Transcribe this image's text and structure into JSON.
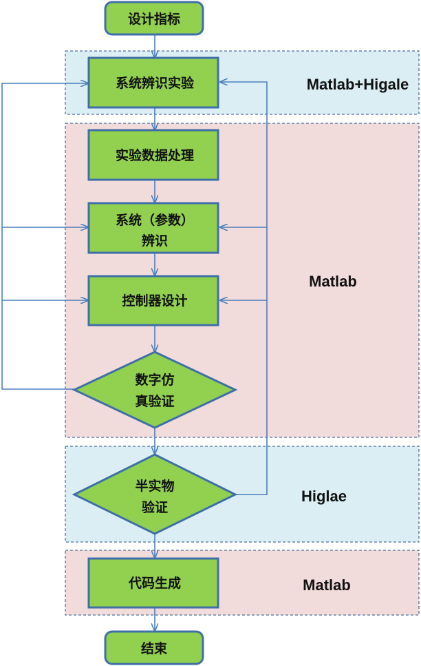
{
  "regions": [
    {
      "id": "region-1",
      "label": "Matlab+Higale",
      "fill": "#dbeef4"
    },
    {
      "id": "region-2",
      "label": "Matlab",
      "fill": "#f2dcdb"
    },
    {
      "id": "region-3",
      "label": "Higlae",
      "fill": "#dbeef4"
    },
    {
      "id": "region-4",
      "label": "Matlab",
      "fill": "#f2dcdb"
    }
  ],
  "nodes": {
    "start": {
      "lines": [
        "设计指标"
      ]
    },
    "identify_exp": {
      "lines": [
        "系统辨识实验"
      ]
    },
    "data_proc": {
      "lines": [
        "实验数据处理"
      ]
    },
    "param_ident": {
      "lines": [
        "系统（参数）",
        "辨识"
      ]
    },
    "controller": {
      "lines": [
        "控制器设计"
      ]
    },
    "digital_sim": {
      "lines": [
        "数字仿",
        "真验证"
      ]
    },
    "hil": {
      "lines": [
        "半实物",
        "验证"
      ]
    },
    "codegen": {
      "lines": [
        "代码生成"
      ]
    },
    "end": {
      "lines": [
        "结束"
      ]
    }
  },
  "colors": {
    "node_fill": "#92d050",
    "node_stroke": "#3f6fa8",
    "arrow": "#4a7ebb",
    "region_stroke": "#4a6fa5"
  }
}
